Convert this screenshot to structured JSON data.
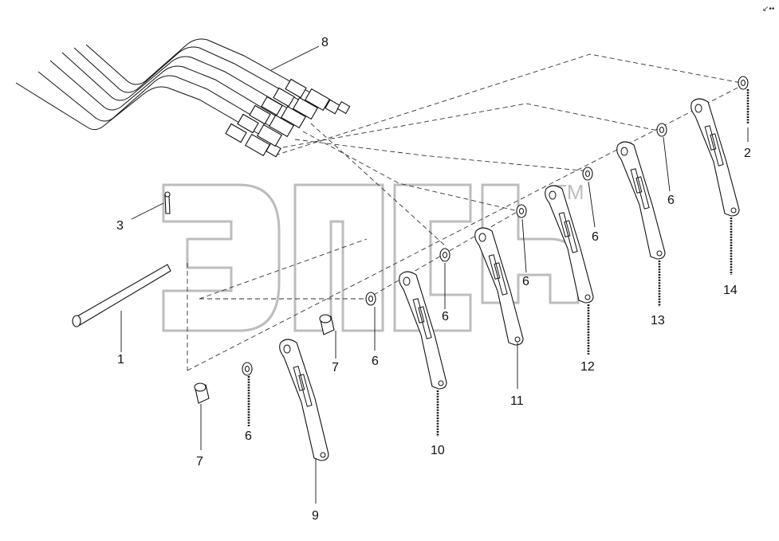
{
  "watermark": {
    "text": "эпсб",
    "trademark": "TM"
  },
  "corner_mark": "↙••",
  "callouts": {
    "c1": "1",
    "c2": "2",
    "c3": "3",
    "c6a": "6",
    "c6b": "6",
    "c6c": "6",
    "c6d": "6",
    "c6e": "6",
    "c6f": "6",
    "c7a": "7",
    "c7b": "7",
    "c8": "8",
    "c9": "9",
    "c10": "10",
    "c11": "11",
    "c12": "12",
    "c13": "13",
    "c14": "14"
  },
  "colors": {
    "line": "#111111",
    "watermark": "#bdbdbd",
    "background": "#ffffff"
  }
}
